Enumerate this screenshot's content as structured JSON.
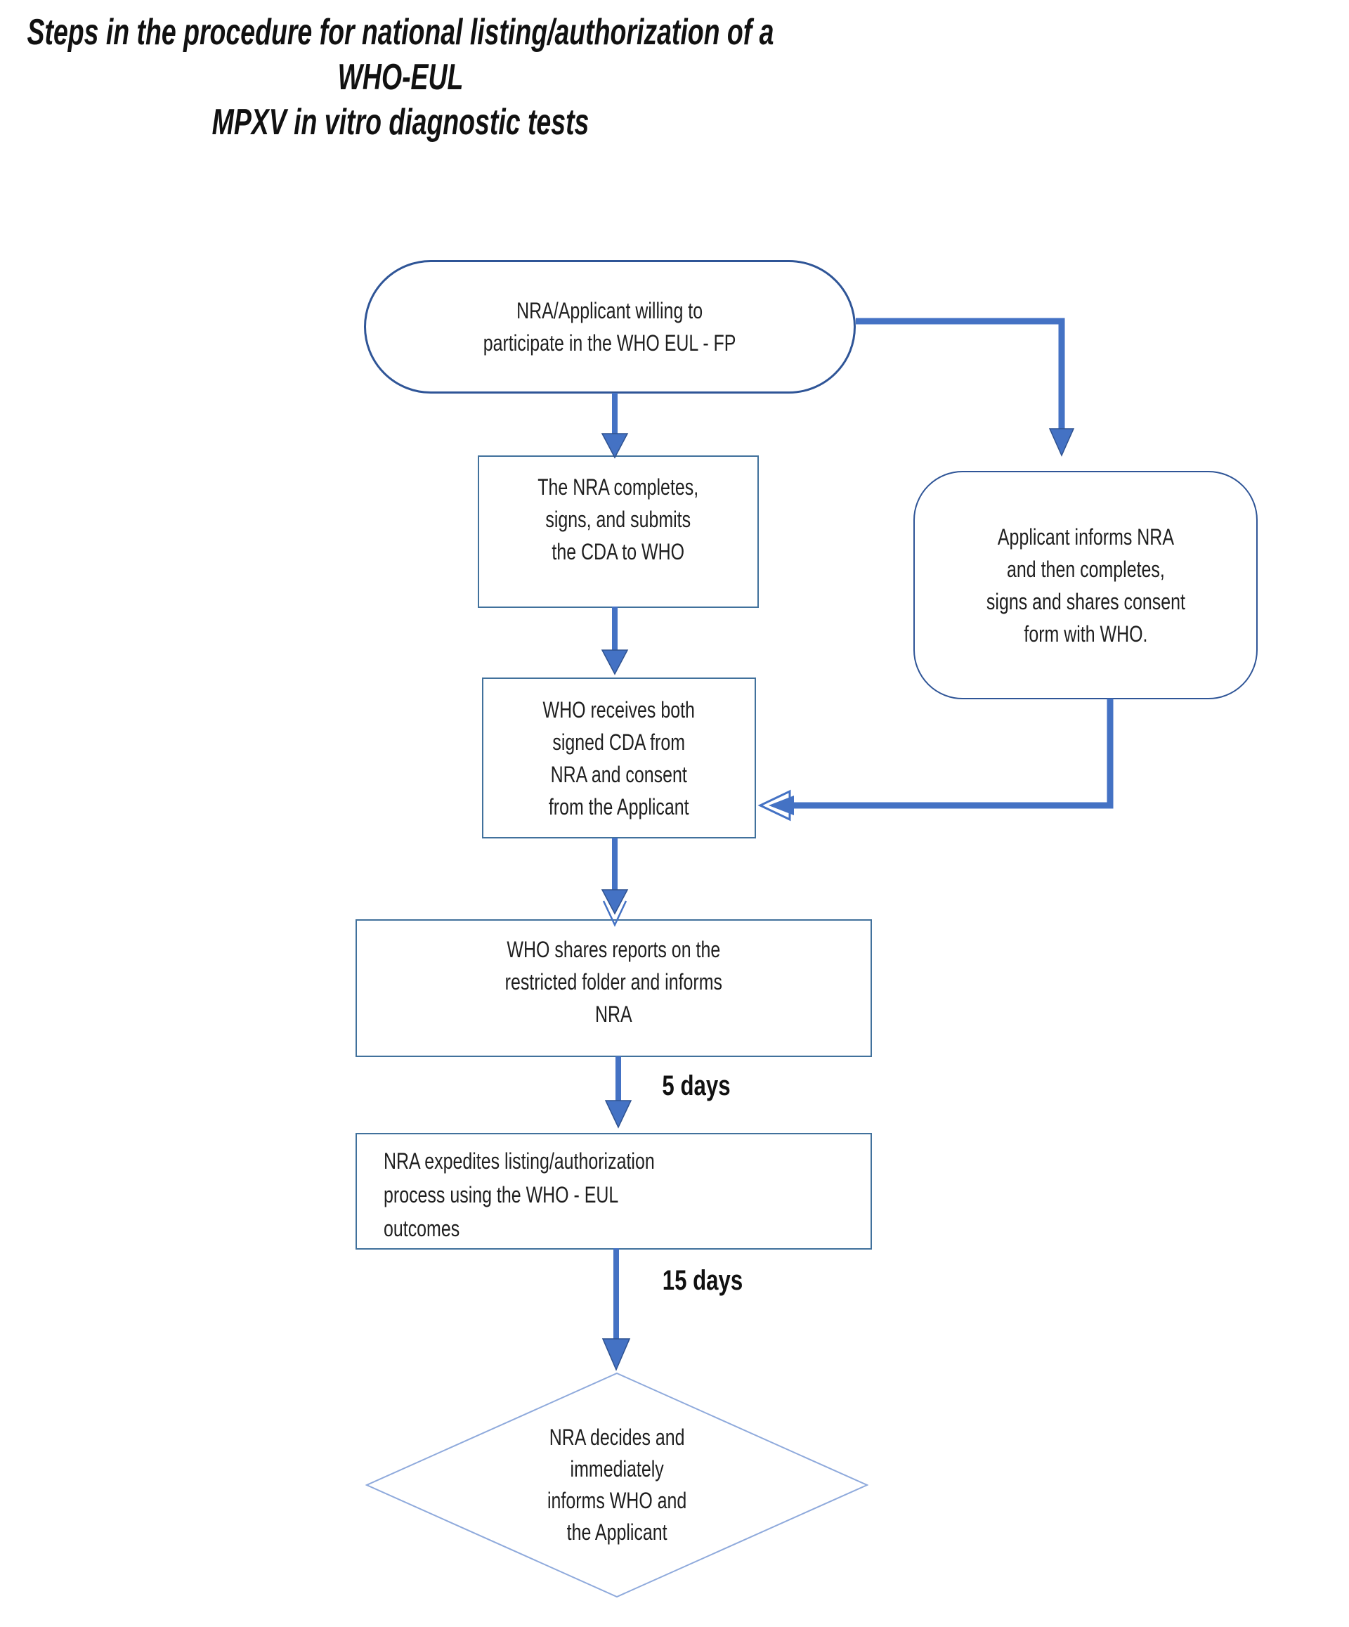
{
  "title": {
    "text": "Steps in the procedure for national listing/authorization of a WHO-EUL\nMPXV in vitro diagnostic tests"
  },
  "nodes": {
    "start": {
      "shape": "stadium",
      "label": "NRA/Applicant willing to\nparticipate in the WHO EUL - FP"
    },
    "nra_cda": {
      "shape": "rectangle",
      "label": "The NRA completes,\nsigns, and submits\nthe CDA to WHO"
    },
    "applicant_consent": {
      "shape": "rounded-rectangle",
      "label": "Applicant informs NRA\nand then completes,\nsigns and shares consent\nform with WHO."
    },
    "who_receives": {
      "shape": "rectangle",
      "label": "WHO receives both\nsigned CDA from\nNRA and consent\nfrom the Applicant"
    },
    "who_shares": {
      "shape": "rectangle",
      "label": "WHO shares reports on the\nrestricted folder and informs\nNRA"
    },
    "nra_expedites": {
      "shape": "rectangle",
      "label": "NRA expedites listing/authorization\nprocess using the WHO - EUL\noutcomes"
    },
    "nra_decides": {
      "shape": "diamond",
      "label": "NRA decides and\nimmediately\ninforms WHO and\nthe Applicant"
    }
  },
  "edge_labels": {
    "five_days": "5 days",
    "fifteen_days": "15 days"
  },
  "colors": {
    "c-arrow": "#4472C4",
    "c-arrow-dark": "#2F528F",
    "c-rect": "#41719C",
    "c-navy": "#2F5597",
    "c-diamond": "#8FAADC",
    "c-text": "#1f1f1f"
  }
}
